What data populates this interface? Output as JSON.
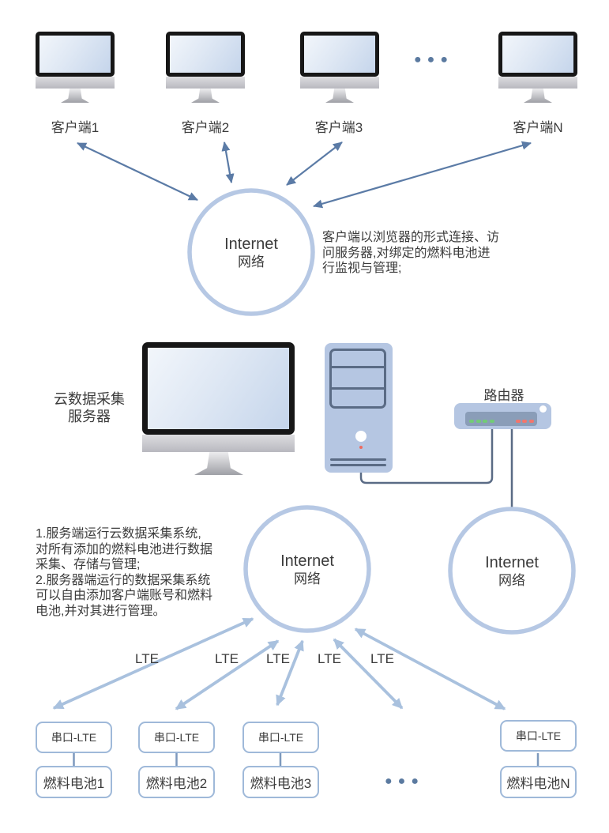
{
  "diagram": {
    "clients": {
      "items": [
        "客户端1",
        "客户端2",
        "客户端3",
        "客户端N"
      ],
      "ellipsis": "●●●"
    },
    "internet": {
      "line1": "Internet",
      "line2": "网络"
    },
    "client_note": [
      "客户端以浏览器的形式连接、访",
      "问服务器,对绑定的燃料电池进",
      "行监视与管理;"
    ],
    "server": {
      "label_line1": "云数据采集",
      "label_line2": "服务器"
    },
    "router": {
      "label": "路由器"
    },
    "server_note": [
      "1.服务端运行云数据采集系统,",
      "对所有添加的燃料电池进行数据",
      "采集、存储与管理;",
      "2.服务器端运行的数据采集系统",
      "可以自由添加客户端账号和燃料",
      "电池,并对其进行管理。"
    ],
    "lte_labels": [
      "LTE",
      "LTE",
      "LTE",
      "LTE",
      "LTE"
    ],
    "devices": {
      "serial_label": "串口-LTE",
      "fuel_cells": [
        "燃料电池1",
        "燃料电池2",
        "燃料电池3",
        "燃料电池N"
      ],
      "ellipsis": "●●●"
    },
    "colors": {
      "circle_stroke": "#b6c8e4",
      "arrow_dark": "#5b7ba6",
      "arrow_light": "#a9c1de",
      "device_fill": "#b5c6e2",
      "device_detail": "#5a6b85",
      "box_border": "#9fb9d9",
      "led_green": "#72cb77",
      "led_red": "#f2766d",
      "text": "#3b3b3b"
    }
  }
}
